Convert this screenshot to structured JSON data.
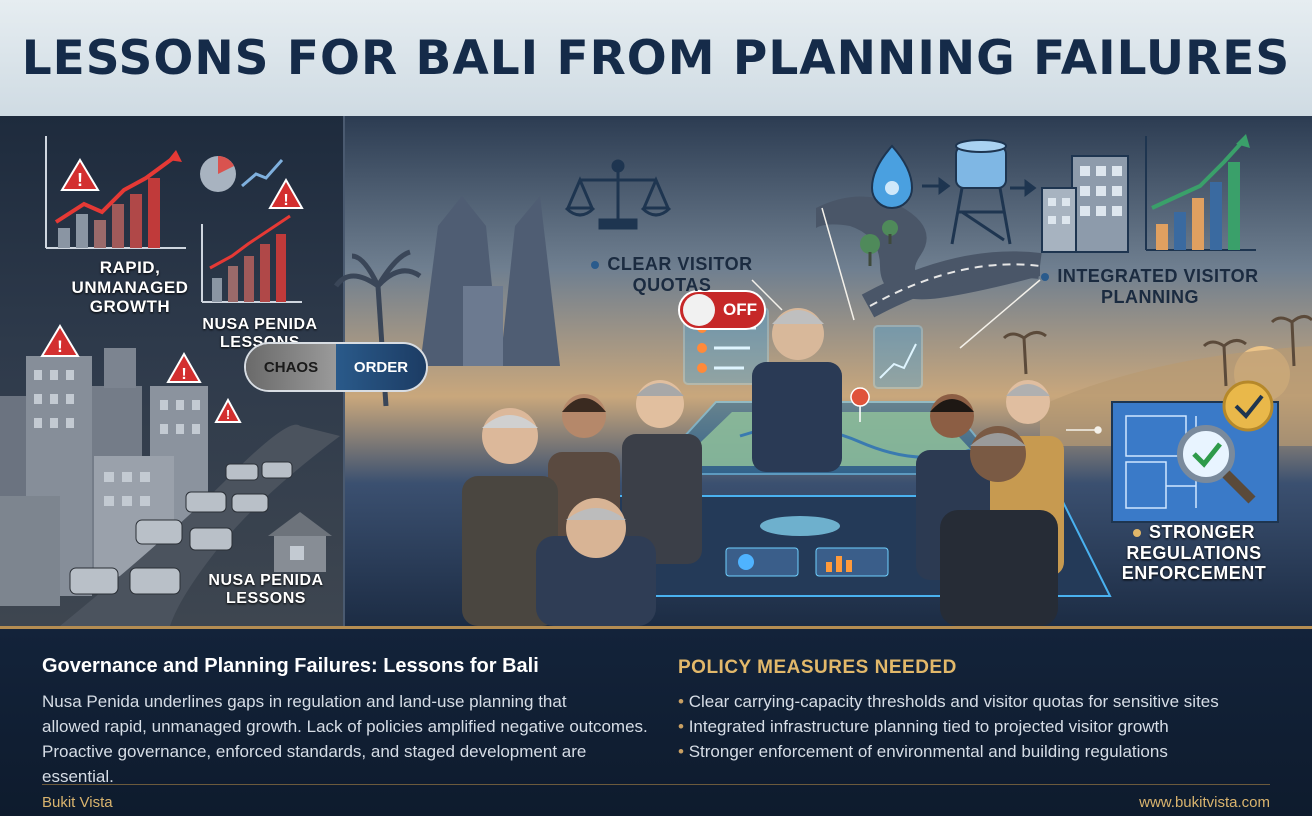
{
  "header": {
    "title": "LESSONS FOR BALI FROM PLANNING FAILURES"
  },
  "hero": {
    "left_labels": {
      "growth": "RAPID, UNMANAGED GROWTH",
      "nusa_top": "NUSA PENIDA LESSONS",
      "nusa_bottom": "NUSA PENIDA LESSONS"
    },
    "pill": {
      "left": "CHAOS",
      "right": "ORDER"
    },
    "switch_label": "OFF",
    "callouts": {
      "quotas": "CLEAR VISITOR QUOTAS",
      "integrated": "INTEGRATED VISITOR PLANNING",
      "regulations": "STRONGER REGULATIONS ENFORCEMENT"
    }
  },
  "bottom": {
    "left_title": "Governance and Planning Failures: Lessons for Bali",
    "left_lines": [
      "Nusa Penida underlines gaps in regulation and land-use planning that",
      "allowed rapid, unmanaged growth.  Lack of policies amplified negative outcomes.",
      "Proactive governance, enforced standards, and staged development are essential."
    ],
    "right_title": "POLICY MEASURES NEEDED",
    "measures": [
      "Clear carrying-capacity thresholds and visitor quotas for sensitive sites",
      "Integrated infrastructure planning tied to projected visitor growth",
      "Stronger enforcement of environmental and building regulations"
    ]
  },
  "footer": {
    "brand": "Bukit Vista",
    "url": "www.bukitvista.com"
  },
  "colors": {
    "navy": "#152b49",
    "gold": "#d9b46e",
    "warning_red": "#d32f2f"
  }
}
